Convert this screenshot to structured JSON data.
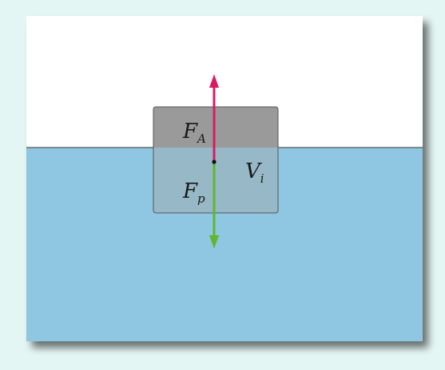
{
  "labels": {
    "buoyant_force": "F",
    "buoyant_force_sub": "A",
    "weight_force": "F",
    "weight_force_sub": "p",
    "immersed_volume": "V",
    "immersed_volume_sub": "i"
  },
  "colors": {
    "background": "#e4f6f3",
    "water": "#8fc6e2",
    "air": "#ffffff",
    "block_above_water": "#9a9a9a",
    "block_below_water": "#97b8c6",
    "buoyant_arrow": "#d81b60",
    "weight_arrow": "#5cb82e"
  }
}
